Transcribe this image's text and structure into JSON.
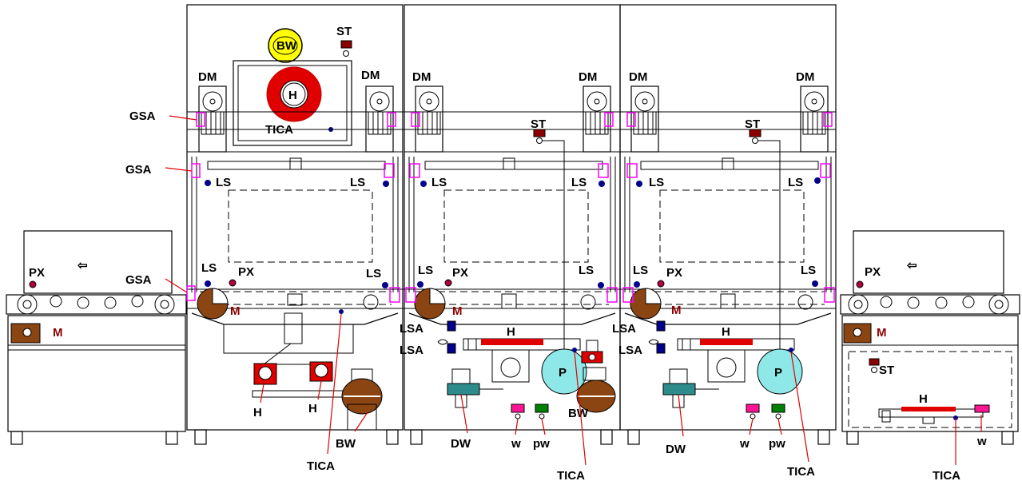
{
  "labels": {
    "bw": "BW",
    "st": "ST",
    "dm": "DM",
    "h": "H",
    "tica": "TICA",
    "gsa": "GSA",
    "ls": "LS",
    "px": "PX",
    "m": "M",
    "lsa": "LSA",
    "p": "P",
    "dw": "DW",
    "w": "w",
    "pw": "pw",
    "arrow": "⇦"
  },
  "colors": {
    "yellow": "#ffff00",
    "red": "#e00000",
    "brown": "#8b4513",
    "cyan": "#8fe8e8",
    "teal": "#2e8b8b",
    "magenta": "#ff00ff",
    "pink": "#ff1493",
    "green": "#008000",
    "navy": "#00008b",
    "darkred": "#8b0000"
  }
}
